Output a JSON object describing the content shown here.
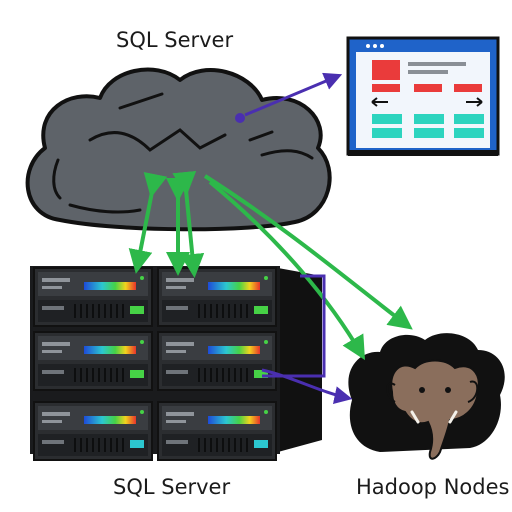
{
  "labels": {
    "top_cloud": "SQL Server",
    "server_rack": "SQL Server",
    "hadoop": "Hadoop Nodes"
  },
  "nodes": [
    {
      "id": "cloud",
      "kind": "cloud",
      "icon": "cloud-icon"
    },
    {
      "id": "monitor",
      "kind": "application-window",
      "icon": "monitor-icon"
    },
    {
      "id": "rack",
      "kind": "server-rack",
      "icon": "server-rack-icon"
    },
    {
      "id": "hadoop",
      "kind": "hadoop-cluster",
      "icon": "elephant-icon"
    }
  ],
  "edges": [
    {
      "from": "cloud",
      "to": "monitor",
      "color": "purple"
    },
    {
      "from": "cloud",
      "to": "rack",
      "color": "green",
      "bidirectional": true
    },
    {
      "from": "cloud",
      "to": "hadoop",
      "color": "green"
    },
    {
      "from": "rack",
      "to": "hadoop",
      "color": "purple"
    }
  ],
  "colors": {
    "cloud_fill": "#5e6369",
    "outline": "#111111",
    "server_body": "#2b2d30",
    "green_arrow": "#2db84a",
    "purple_arrow": "#4a2fb0",
    "window_frame": "#1f63c9",
    "window_red": "#ea3b3b",
    "window_teal": "#2dd4bf",
    "elephant": "#8a6e5c"
  }
}
